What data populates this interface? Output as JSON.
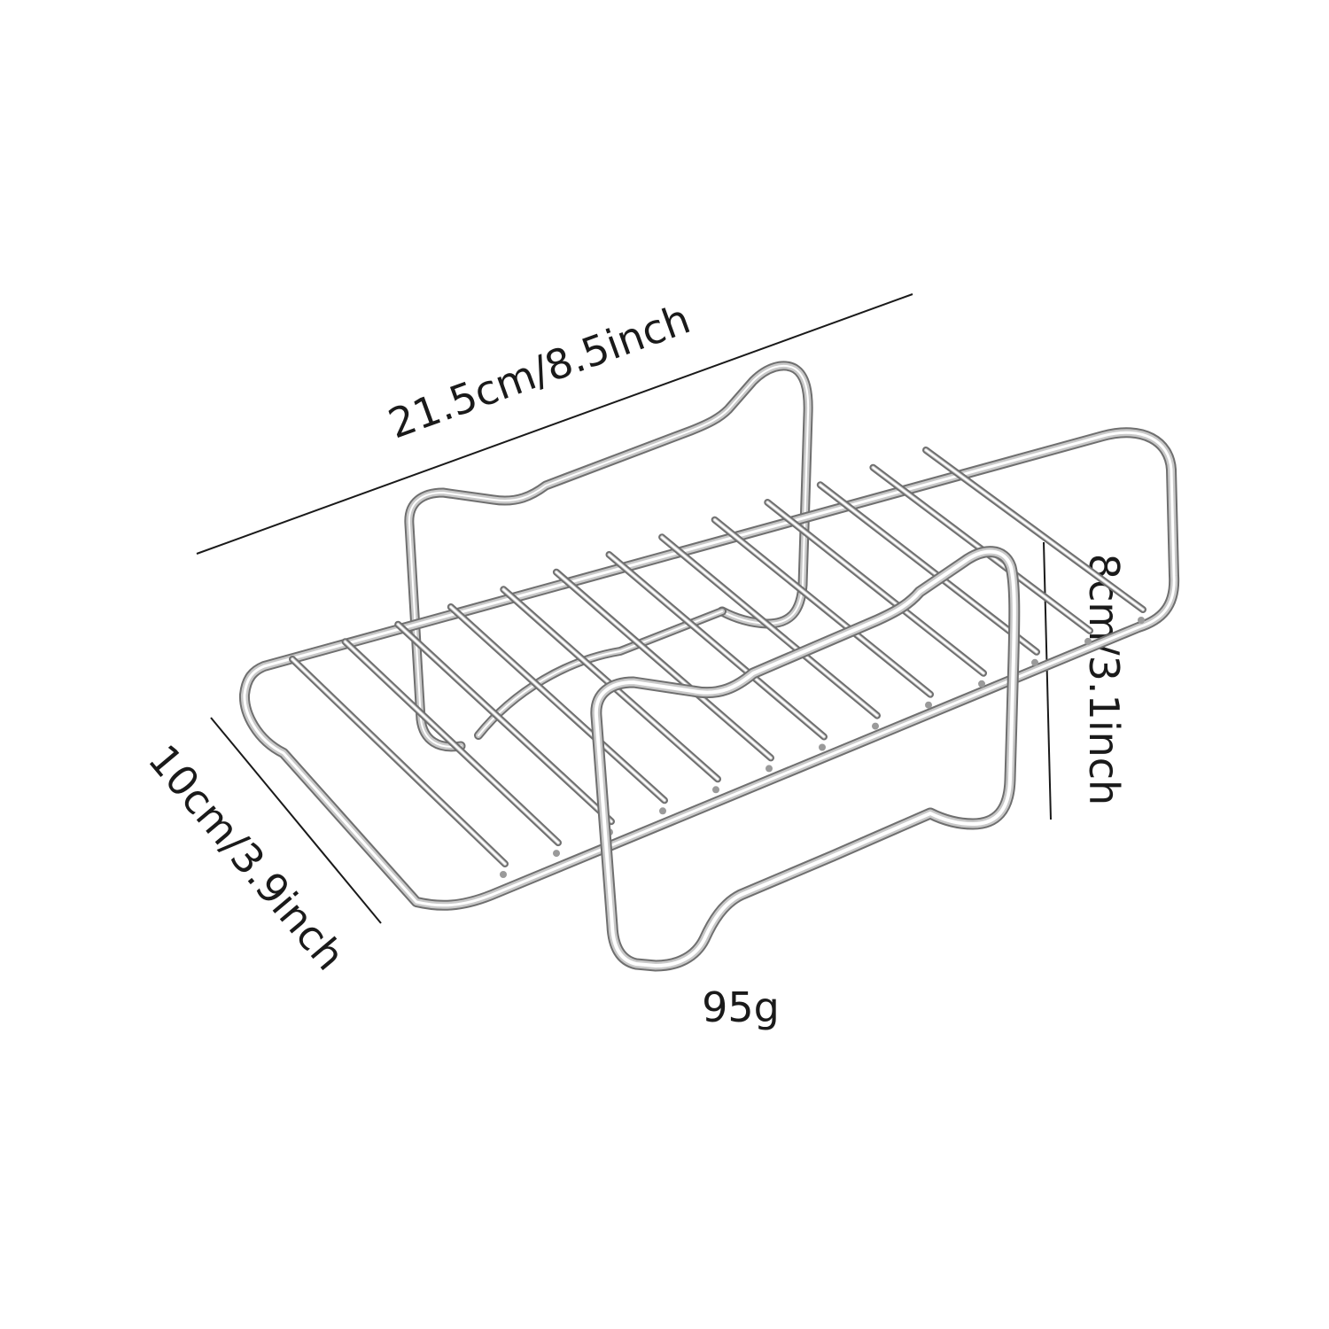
{
  "dimensions": {
    "length": "21.5cm/8.5inch",
    "width": "10cm/3.9inch",
    "height": "8cm/3.1inch",
    "weight": "95g"
  },
  "colors": {
    "background": "#ffffff",
    "text": "#1a1a1a",
    "metal_dark": "#6f6f6f",
    "metal_light": "#c9c9c9"
  },
  "product": {
    "icon": "air-fryer-wire-rack-icon"
  }
}
